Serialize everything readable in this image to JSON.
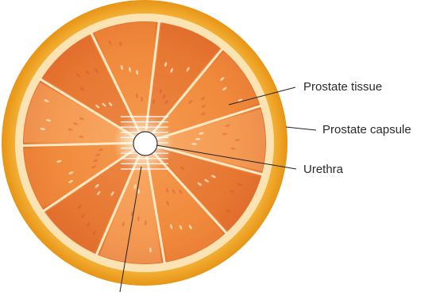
{
  "diagram": {
    "labels": {
      "prostate_tissue": "Prostate tissue",
      "prostate_capsule": "Prostate capsule",
      "urethra": "Urethra"
    },
    "segment_count": 11,
    "hatch_line_count": 11,
    "colors": {
      "rind": "#f2a62a",
      "rind_edge": "#e79416",
      "pith": "#fbe3b4",
      "flesh": "#f08a3c",
      "flesh_dark": "#e06a2a",
      "flesh_light": "#f7a866",
      "membrane": "#fde9c6",
      "leader": "#222222"
    }
  }
}
